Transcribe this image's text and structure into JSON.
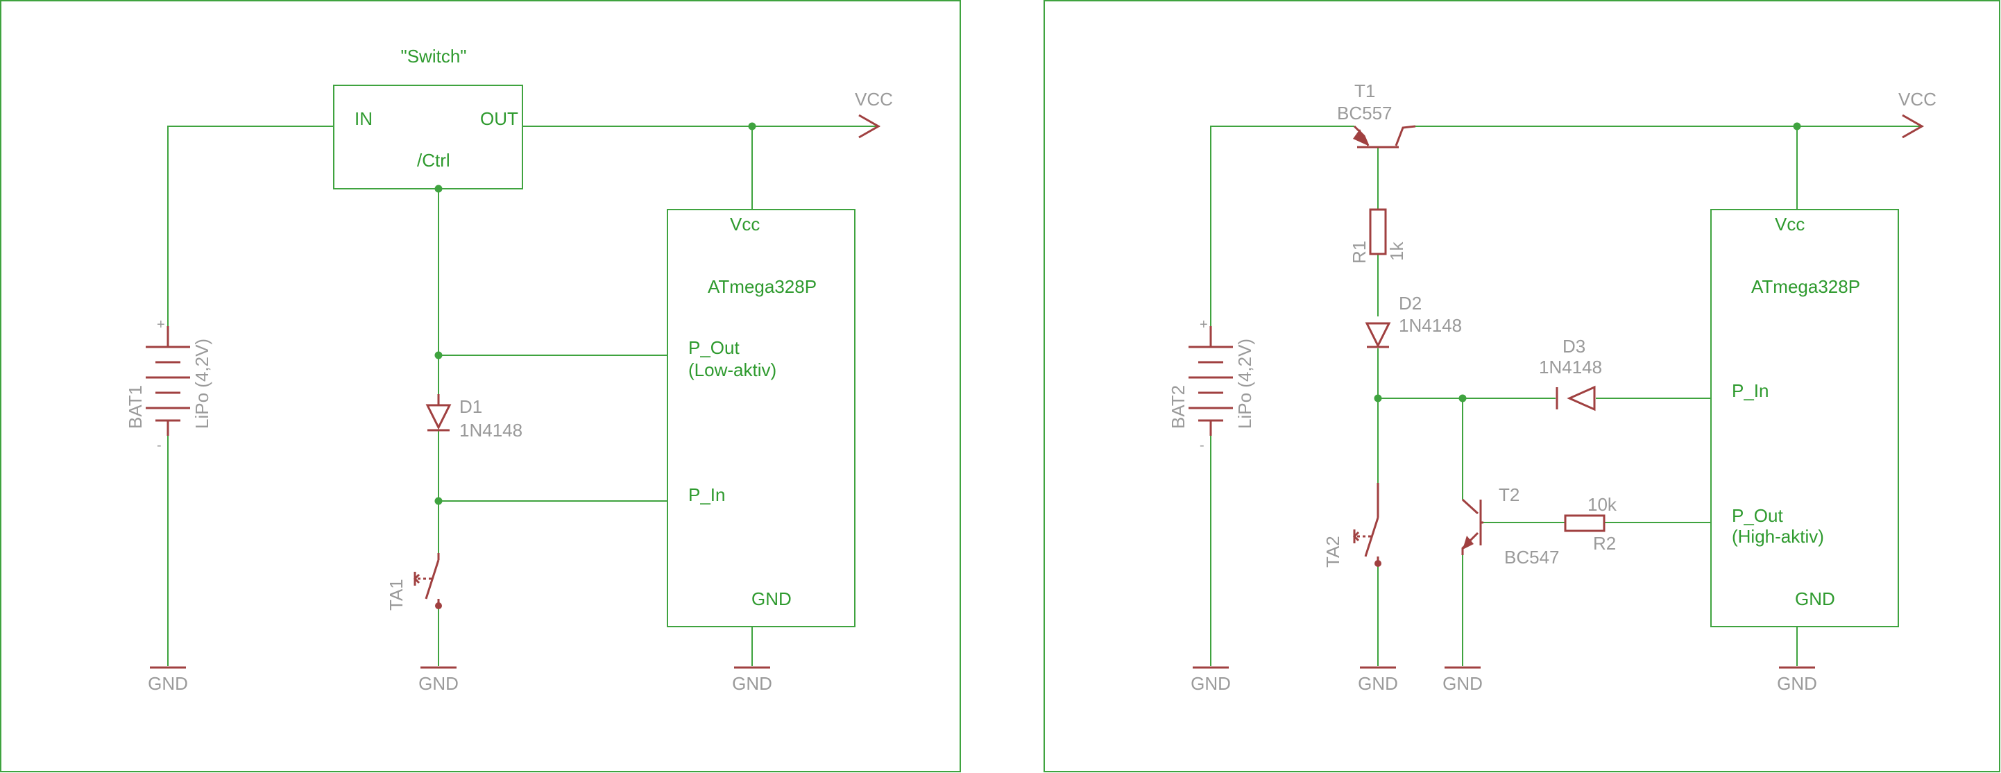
{
  "colors": {
    "wire": "#3fa33f",
    "component": "#a04040",
    "pin_label": "#2e9a2e",
    "part_label": "#9a9a9a",
    "background": "#ffffff"
  },
  "left": {
    "switch": {
      "name": "\"Switch\"",
      "in": "IN",
      "out": "OUT",
      "ctrl": "/Ctrl"
    },
    "vcc": "VCC",
    "mcu": {
      "vcc": "Vcc",
      "name": "ATmega328P",
      "p_out": "P_Out",
      "p_out_note": "(Low-aktiv)",
      "p_in": "P_In",
      "gnd": "GND"
    },
    "battery": {
      "name": "BAT1",
      "value": "LiPo (4,2V)",
      "plus": "+",
      "minus": "-"
    },
    "d1": {
      "name": "D1",
      "value": "1N4148"
    },
    "ta1": {
      "name": "TA1"
    },
    "gnd": [
      "GND",
      "GND",
      "GND"
    ]
  },
  "right": {
    "t1": {
      "name": "T1",
      "value": "BC557"
    },
    "vcc": "VCC",
    "r1": {
      "name": "R1",
      "value": "1k"
    },
    "d2": {
      "name": "D2",
      "value": "1N4148"
    },
    "d3": {
      "name": "D3",
      "value": "1N4148"
    },
    "t2": {
      "name": "T2",
      "value": "BC547"
    },
    "r2": {
      "name": "R2",
      "value": "10k"
    },
    "mcu": {
      "vcc": "Vcc",
      "name": "ATmega328P",
      "p_in": "P_In",
      "p_out": "P_Out",
      "p_out_note": "(High-aktiv)",
      "gnd": "GND"
    },
    "battery": {
      "name": "BAT2",
      "value": "LiPo (4,2V)",
      "plus": "+",
      "minus": "-"
    },
    "ta2": {
      "name": "TA2"
    },
    "gnd": [
      "GND",
      "GND",
      "GND",
      "GND"
    ]
  }
}
